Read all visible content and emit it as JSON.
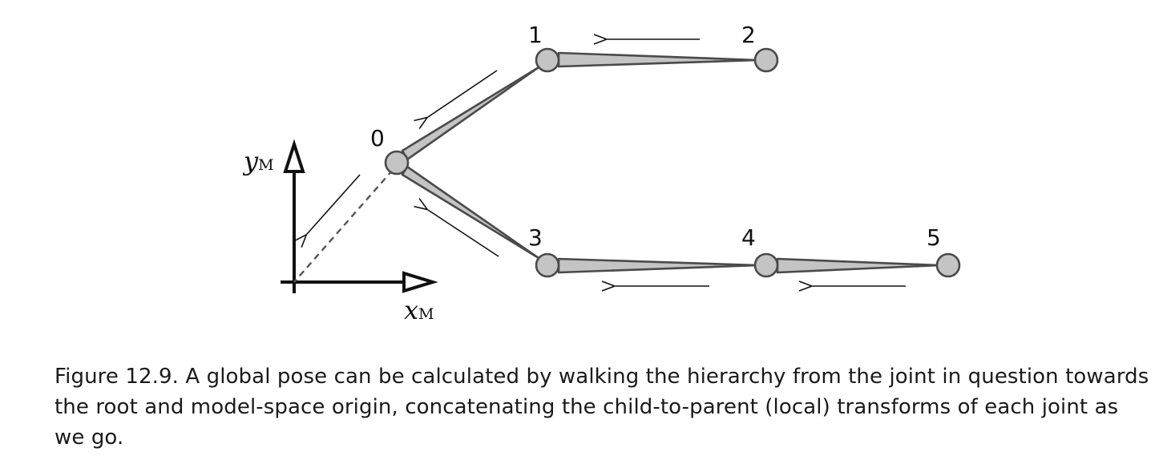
{
  "diagram": {
    "joints": [
      {
        "id": "0",
        "label": "0"
      },
      {
        "id": "1",
        "label": "1"
      },
      {
        "id": "2",
        "label": "2"
      },
      {
        "id": "3",
        "label": "3"
      },
      {
        "id": "4",
        "label": "4"
      },
      {
        "id": "5",
        "label": "5"
      }
    ],
    "bones": [
      {
        "parent": "0",
        "child": "1"
      },
      {
        "parent": "1",
        "child": "2"
      },
      {
        "parent": "0",
        "child": "3"
      },
      {
        "parent": "3",
        "child": "4"
      },
      {
        "parent": "4",
        "child": "5"
      }
    ],
    "axes": {
      "y_main": "y",
      "y_sub": "M",
      "x_main": "x",
      "x_sub": "M"
    },
    "colors": {
      "joint_fill": "#c4c4c4",
      "bone_fill": "#c4c4c4",
      "stroke": "#4a4a4a",
      "ink": "#111111"
    }
  },
  "caption": {
    "text": "Figure 12.9.  A global pose can be calculated by walking the hierarchy from the joint in question towards the root and model-space origin, concatenating the child-to-parent (local) transforms of each joint as we go."
  }
}
